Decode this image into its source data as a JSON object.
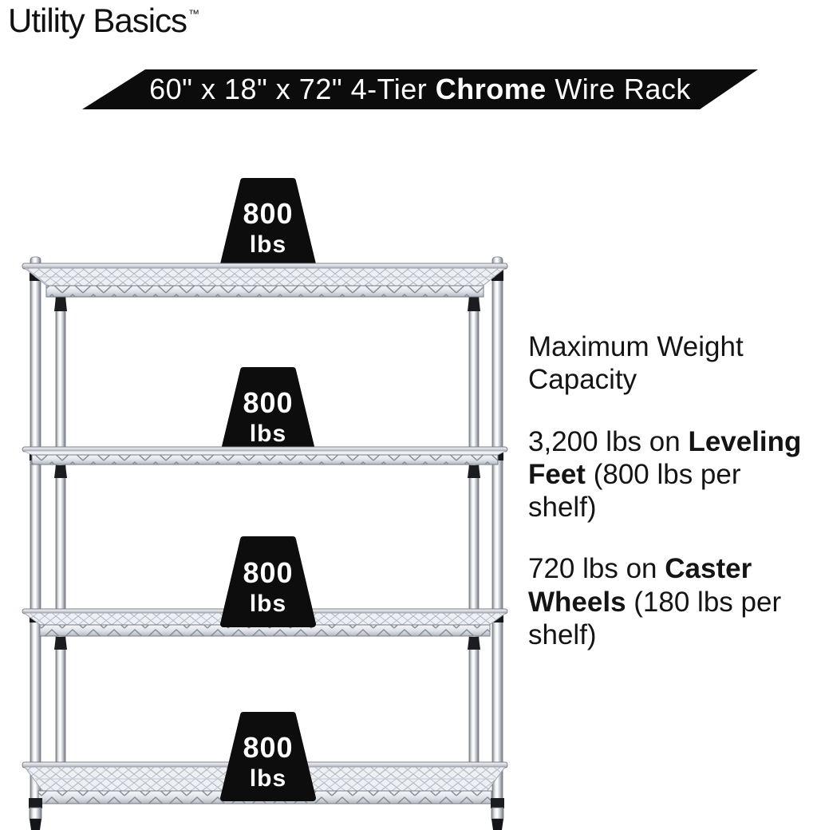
{
  "brand": {
    "name": "Utility Basics",
    "trademark": "™"
  },
  "banner": {
    "prefix": "60\" x 18\" x 72\" 4-Tier ",
    "highlight": "Chrome",
    "suffix": " Wire Rack",
    "bg_color": "#0c0c0c",
    "text_color": "#ffffff"
  },
  "rack": {
    "tiers": 4,
    "badge_bg": "#0d0d0d",
    "badges": [
      {
        "value": "800",
        "unit": "lbs"
      },
      {
        "value": "800",
        "unit": "lbs"
      },
      {
        "value": "800",
        "unit": "lbs"
      },
      {
        "value": "800",
        "unit": "lbs"
      }
    ]
  },
  "info": {
    "heading": "Maximum Weight Capacity",
    "leveling": {
      "pre": "3,200 lbs on ",
      "bold": "Leveling Feet",
      "post": " (800 lbs per shelf)"
    },
    "caster": {
      "pre": "720 lbs on ",
      "bold": "Caster Wheels",
      "post": " (180 lbs per shelf)"
    }
  },
  "colors": {
    "text": "#141414",
    "chrome_light": "#f2f3f6",
    "chrome_mid": "#c7cbd3",
    "chrome_dark": "#80858f"
  }
}
